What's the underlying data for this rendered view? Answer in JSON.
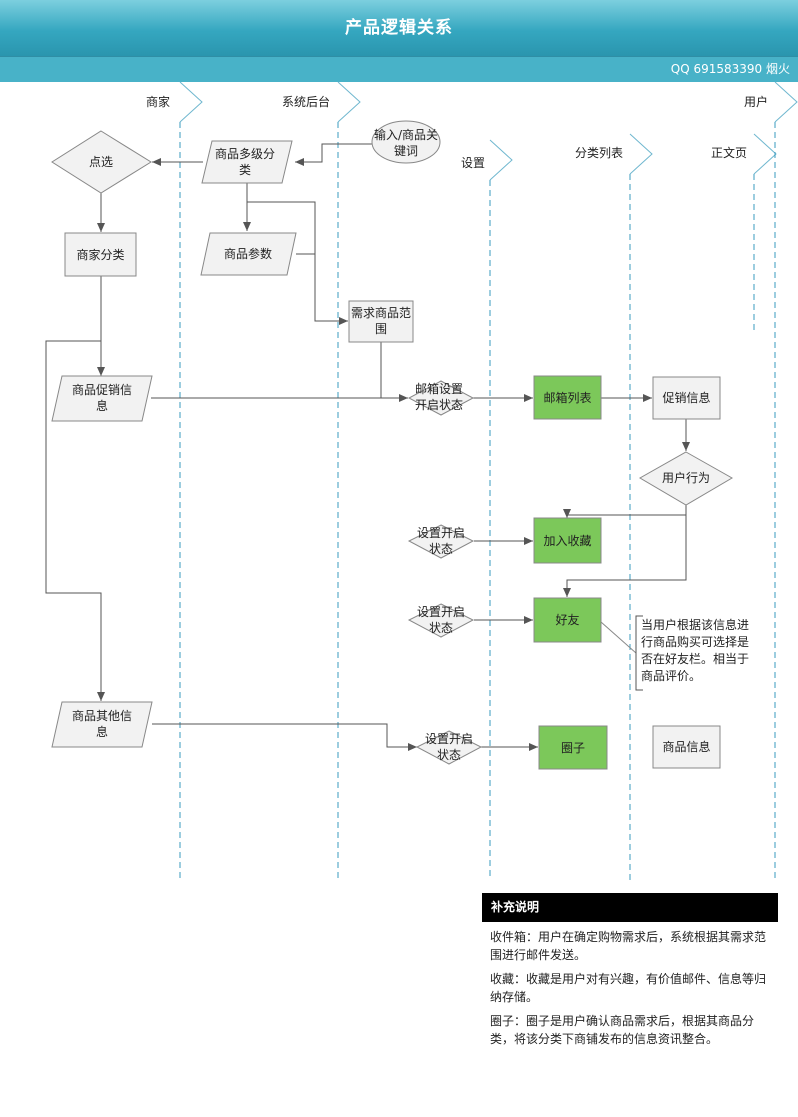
{
  "header": {
    "title": "产品逻辑关系",
    "qq": "QQ 691583390 烟火"
  },
  "lanes": {
    "merchant": "商家",
    "backend": "系统后台",
    "user": "用户",
    "settings": "设置",
    "category_list": "分类列表",
    "detail_page": "正文页"
  },
  "nodes": {
    "select": "点选",
    "multi_category": "商品多级分类",
    "input_keyword": "输入/商品关键词",
    "merchant_category": "商家分类",
    "product_params": "商品参数",
    "demand_range": "需求商品范围",
    "product_promo": "商品促销信息",
    "mailbox_setting": "邮箱设置开启状态",
    "mailbox_list": "邮箱列表",
    "promo_info": "促销信息",
    "user_behavior": "用户行为",
    "fav_setting": "设置开启状态",
    "add_favorite": "加入收藏",
    "friend_setting": "设置开启状态",
    "friend": "好友",
    "other_info": "商品其他信息",
    "circle_setting": "设置开启状态",
    "circle": "圈子",
    "product_info": "商品信息"
  },
  "note": "当用户根据该信息进行商品购买可选择是否在好友栏。相当于商品评价。",
  "supplement": {
    "title": "补充说明",
    "items": [
      "收件箱：用户在确定购物需求后，系统根据其需求范围进行邮件发送。",
      "收藏：收藏是用户对有兴趣，有价值邮件、信息等归纳存储。",
      "圈子：圈子是用户确认商品需求后，根据其商品分类，将该分类下商铺发布的信息资讯整合。"
    ]
  },
  "colors": {
    "header": "#35a7c0",
    "lane_line": "#3a9bbf",
    "green_box": "#7cc85a",
    "gray_box": "#f2f2f2",
    "arrow": "#555555"
  }
}
